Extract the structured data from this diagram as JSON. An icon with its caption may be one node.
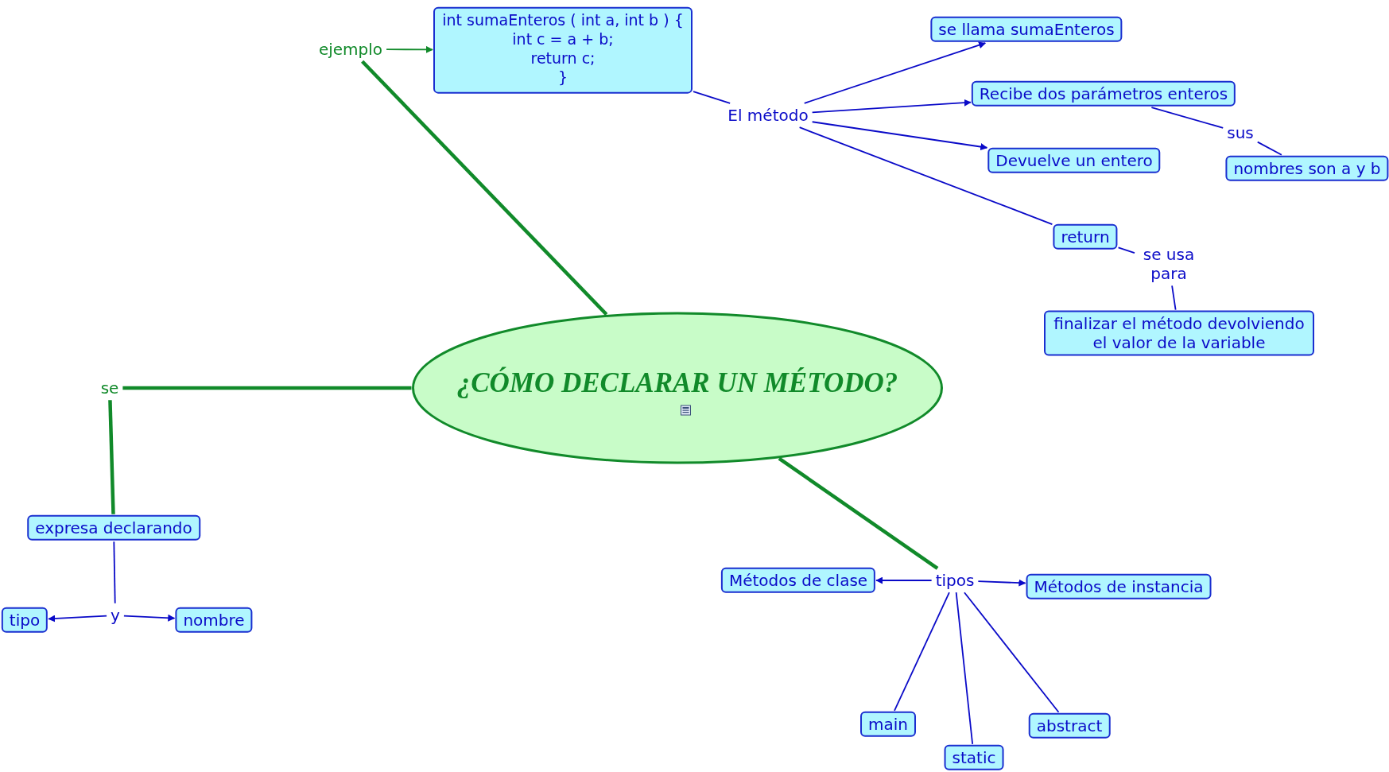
{
  "diagram": {
    "nodes": [
      {
        "text": [
          "¿CÓMO DECLARAR UN MÉTODO?"
        ]
      },
      {
        "text": [
          "ejemplo"
        ]
      },
      {
        "text": [
          "int sumaEnteros ( int a, int b ) {",
          "int c = a + b;",
          "return c;",
          "}"
        ]
      },
      {
        "text": [
          "El método"
        ]
      },
      {
        "text": [
          "se llama sumaEnteros"
        ]
      },
      {
        "text": [
          "Recibe dos parámetros enteros"
        ]
      },
      {
        "text": [
          "sus"
        ]
      },
      {
        "text": [
          "nombres son a y b"
        ]
      },
      {
        "text": [
          "Devuelve un entero"
        ]
      },
      {
        "text": [
          "return"
        ]
      },
      {
        "text": [
          "se usa para"
        ]
      },
      {
        "text": [
          "finalizar el método devolviendo el valor de la variable"
        ]
      },
      {
        "text": [
          "se"
        ]
      },
      {
        "text": [
          "expresa declarando"
        ]
      },
      {
        "text": [
          "y"
        ]
      },
      {
        "text": [
          "tipo"
        ]
      },
      {
        "text": [
          "nombre"
        ]
      },
      {
        "text": [
          "tipos"
        ]
      },
      {
        "text": [
          "Métodos de clase"
        ]
      },
      {
        "text": [
          "Métodos de instancia"
        ]
      },
      {
        "text": [
          "main"
        ]
      },
      {
        "text": [
          "static"
        ]
      },
      {
        "text": [
          "abstract"
        ]
      }
    ],
    "edges": [
      {
        "from": 0,
        "to": 1,
        "arrow": "none",
        "style": "thick",
        "color": "#118a2a"
      },
      {
        "from": 1,
        "to": 2,
        "arrow": "to",
        "color": "#118a2a"
      },
      {
        "from": 0,
        "to": 12,
        "arrow": "none",
        "style": "thick",
        "color": "#118a2a"
      },
      {
        "from": 12,
        "to": 13,
        "arrow": "none",
        "style": "thick",
        "color": "#118a2a"
      },
      {
        "from": 0,
        "to": 17,
        "arrow": "none",
        "style": "thick",
        "color": "#118a2a"
      },
      {
        "from": 2,
        "to": 3,
        "arrow": "none"
      },
      {
        "from": 3,
        "to": 4,
        "arrow": "to"
      },
      {
        "from": 3,
        "to": 5,
        "arrow": "to"
      },
      {
        "from": 3,
        "to": 8,
        "arrow": "to"
      },
      {
        "from": 3,
        "to": 9,
        "arrow": "none"
      },
      {
        "from": 5,
        "to": 6,
        "arrow": "none"
      },
      {
        "from": 6,
        "to": 7,
        "arrow": "none"
      },
      {
        "from": 9,
        "to": 10,
        "arrow": "none"
      },
      {
        "from": 10,
        "to": 11,
        "arrow": "none"
      },
      {
        "from": 13,
        "to": 14,
        "arrow": "none"
      },
      {
        "from": 14,
        "to": 15,
        "arrow": "to"
      },
      {
        "from": 14,
        "to": 16,
        "arrow": "to"
      },
      {
        "from": 17,
        "to": 18,
        "arrow": "to"
      },
      {
        "from": 17,
        "to": 19,
        "arrow": "to"
      },
      {
        "from": 17,
        "to": 20,
        "arrow": "none"
      },
      {
        "from": 17,
        "to": 21,
        "arrow": "none"
      },
      {
        "from": 17,
        "to": 22,
        "arrow": "none"
      }
    ]
  }
}
